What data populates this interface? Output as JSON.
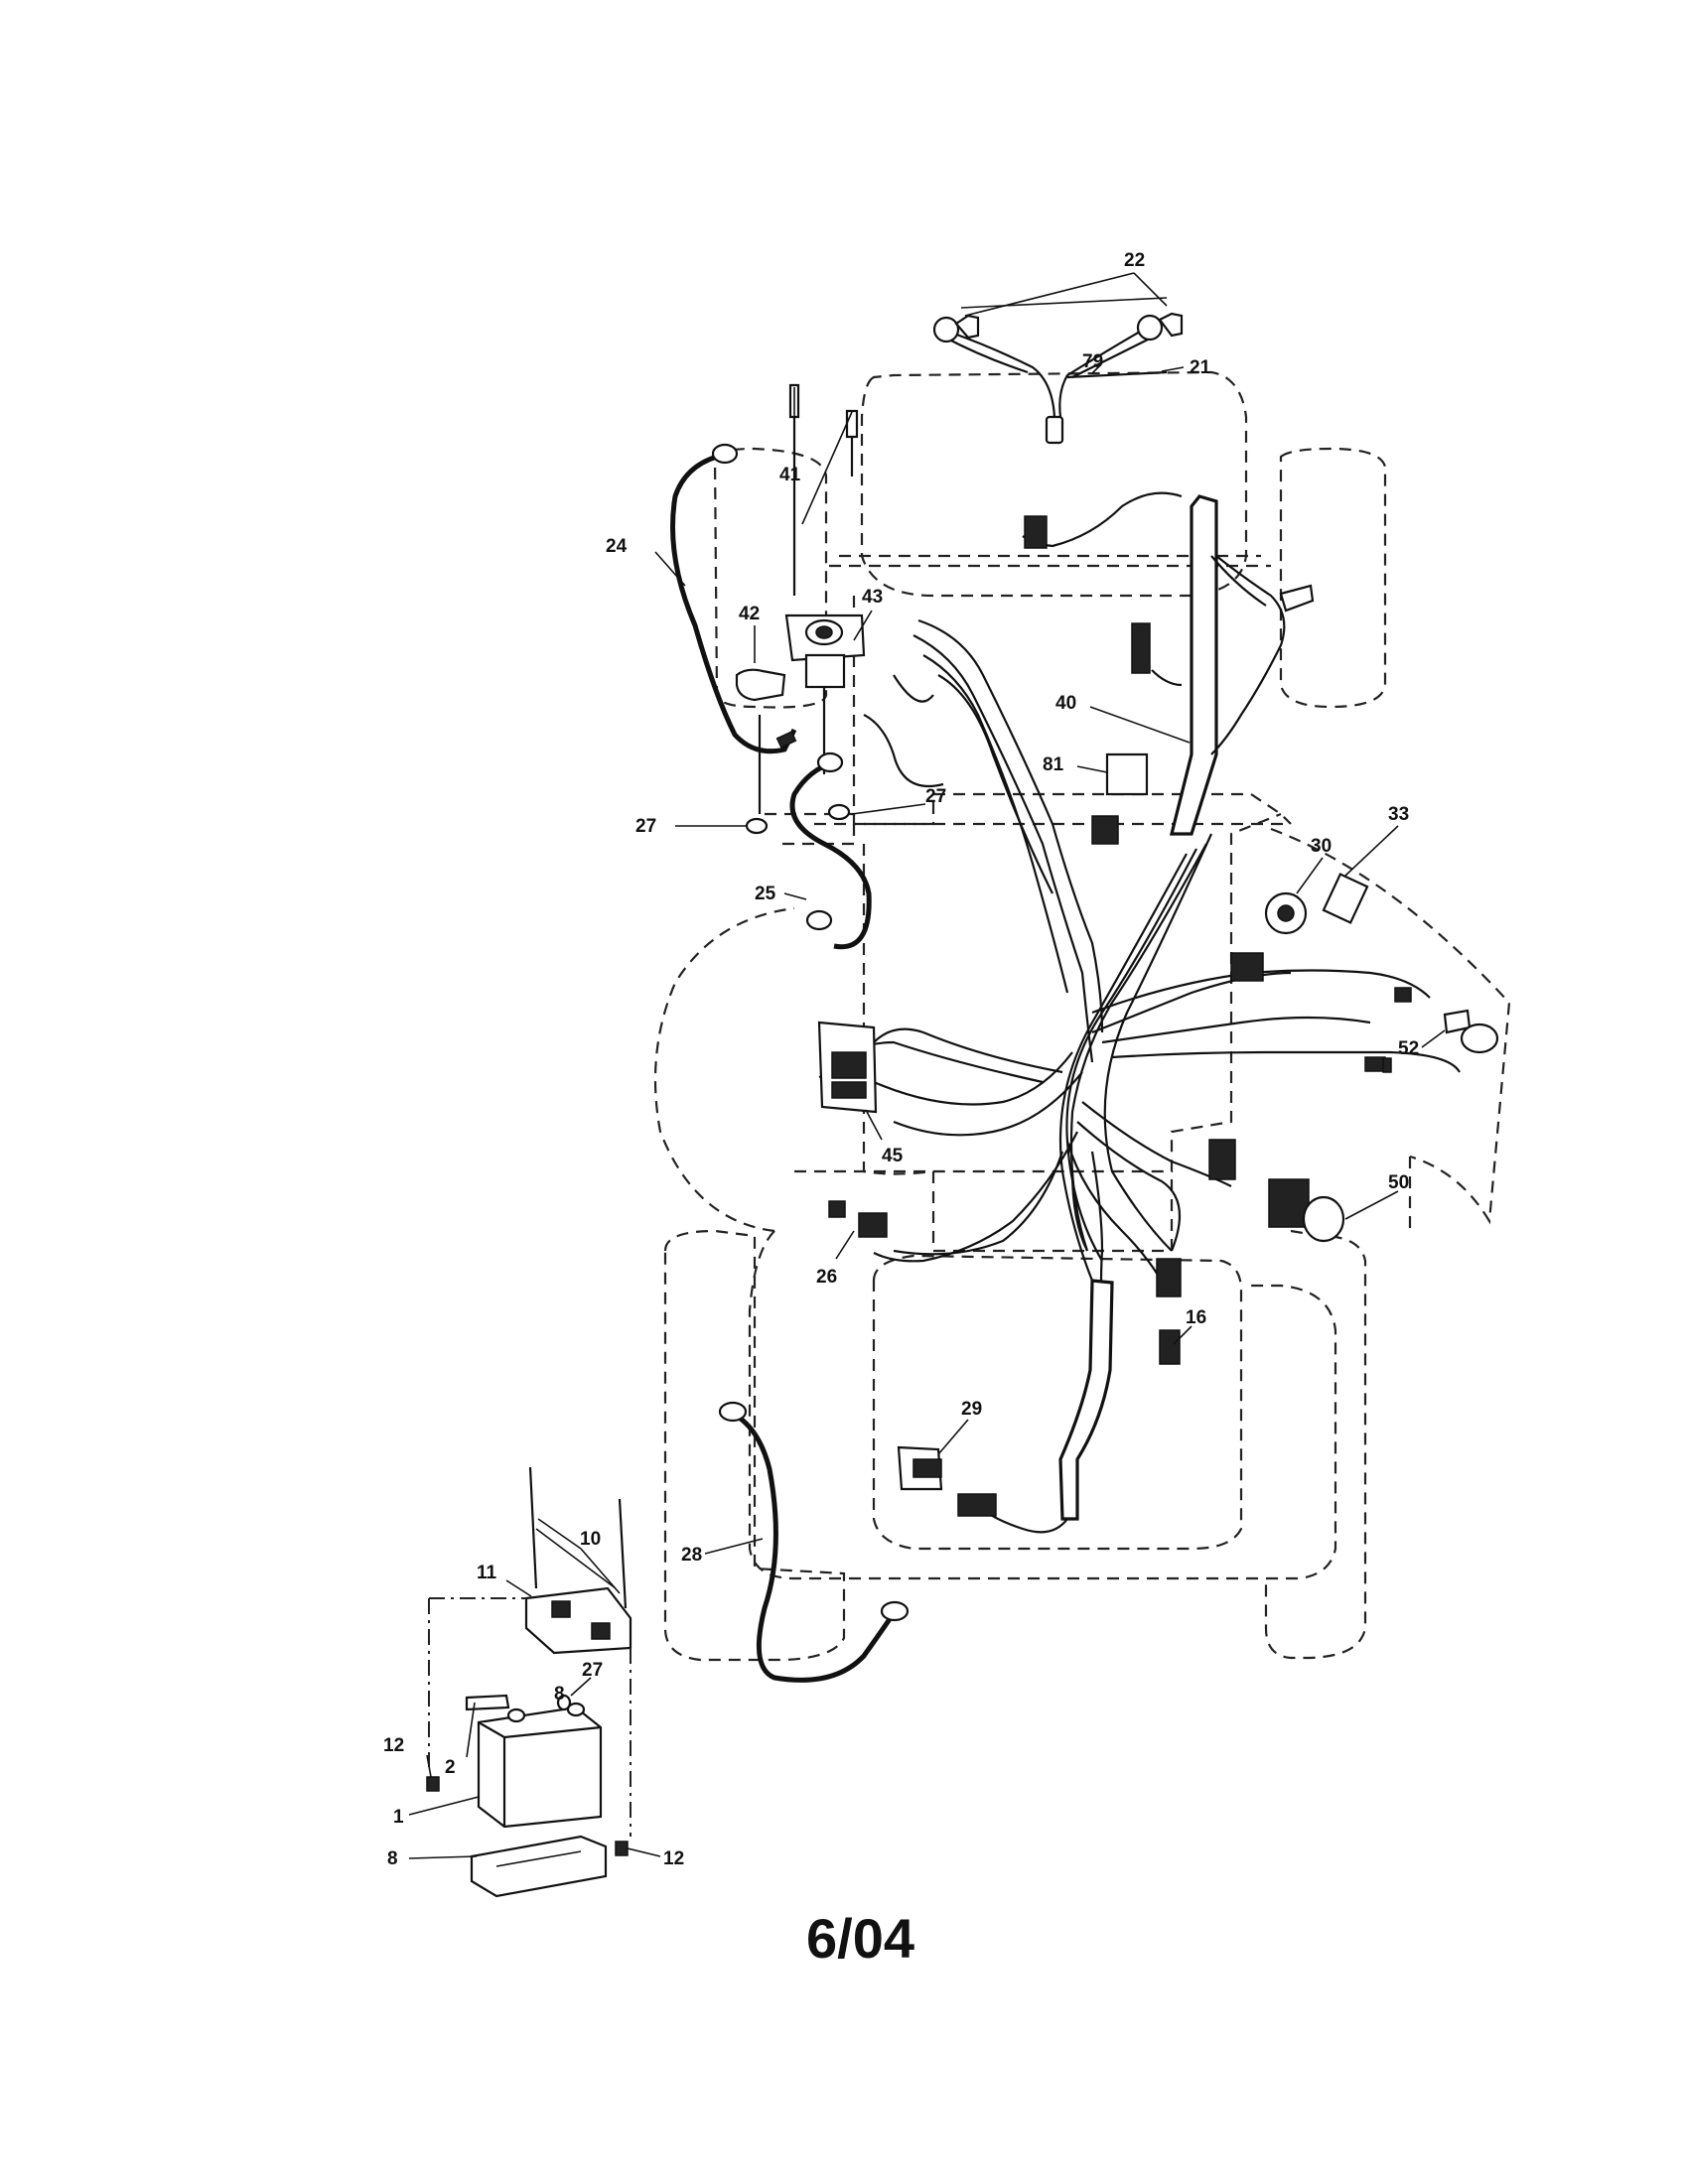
{
  "diagram": {
    "part_numbers": {
      "p22": "22",
      "p79": "79",
      "p21": "21",
      "p41": "41",
      "p24": "24",
      "p43": "43",
      "p42": "42",
      "p40": "40",
      "p81": "81",
      "p27a": "27",
      "p27b": "27",
      "p27c": "27",
      "p33": "33",
      "p30": "30",
      "p25": "25",
      "p52": "52",
      "p45": "45",
      "p50": "50",
      "p26": "26",
      "p16": "16",
      "p29": "29",
      "p28": "28",
      "p10": "10",
      "p11": "11",
      "p12a": "12",
      "p12b": "12",
      "p2": "2",
      "p8a": "8",
      "p8b": "8",
      "p1": "1"
    },
    "footer_date": "6/04"
  }
}
